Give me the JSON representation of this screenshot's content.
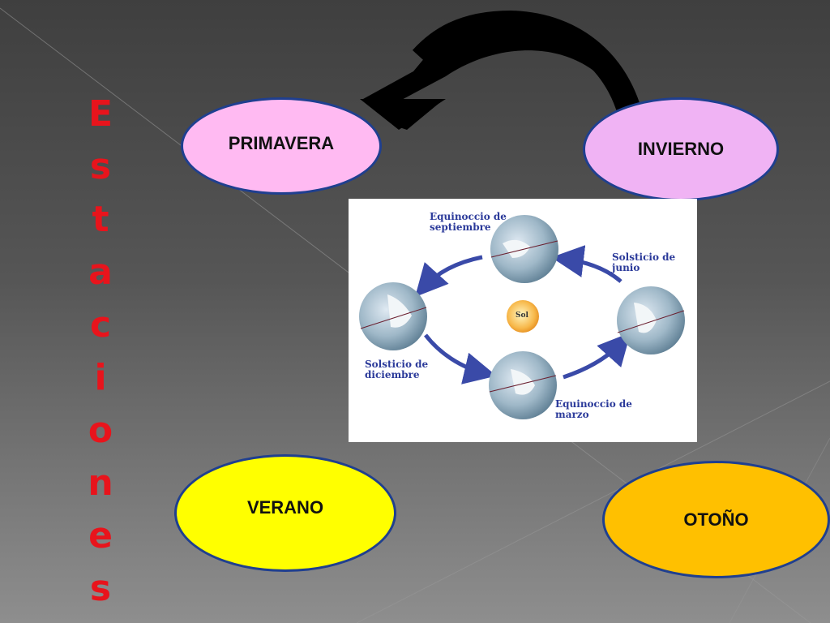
{
  "title_letters": [
    "E",
    "s",
    "t",
    "a",
    "c",
    "i",
    "o",
    "n",
    "e",
    "s"
  ],
  "seasons": {
    "primavera": "PRIMAVERA",
    "invierno": "INVIERNO",
    "verano": "VERANO",
    "otono": "OTOÑO"
  },
  "orbit": {
    "sun": "Sol",
    "sep_line1": "Equinoccio de",
    "sep_line2": "septiembre",
    "jun_line1": "Solsticio de",
    "jun_line2": "junio",
    "dec_line1": "Solsticio de",
    "dec_line2": "diciembre",
    "mar_line1": "Equinoccio de",
    "mar_line2": "marzo"
  },
  "colors": {
    "title": "#e8141c",
    "primavera": "#ffbaf2",
    "invierno": "#f0b3f4",
    "verano": "#ffff00",
    "otono": "#ffc000",
    "ellipse_border": "#1f3f8f",
    "orbit_arrow": "#3a4aa8"
  }
}
